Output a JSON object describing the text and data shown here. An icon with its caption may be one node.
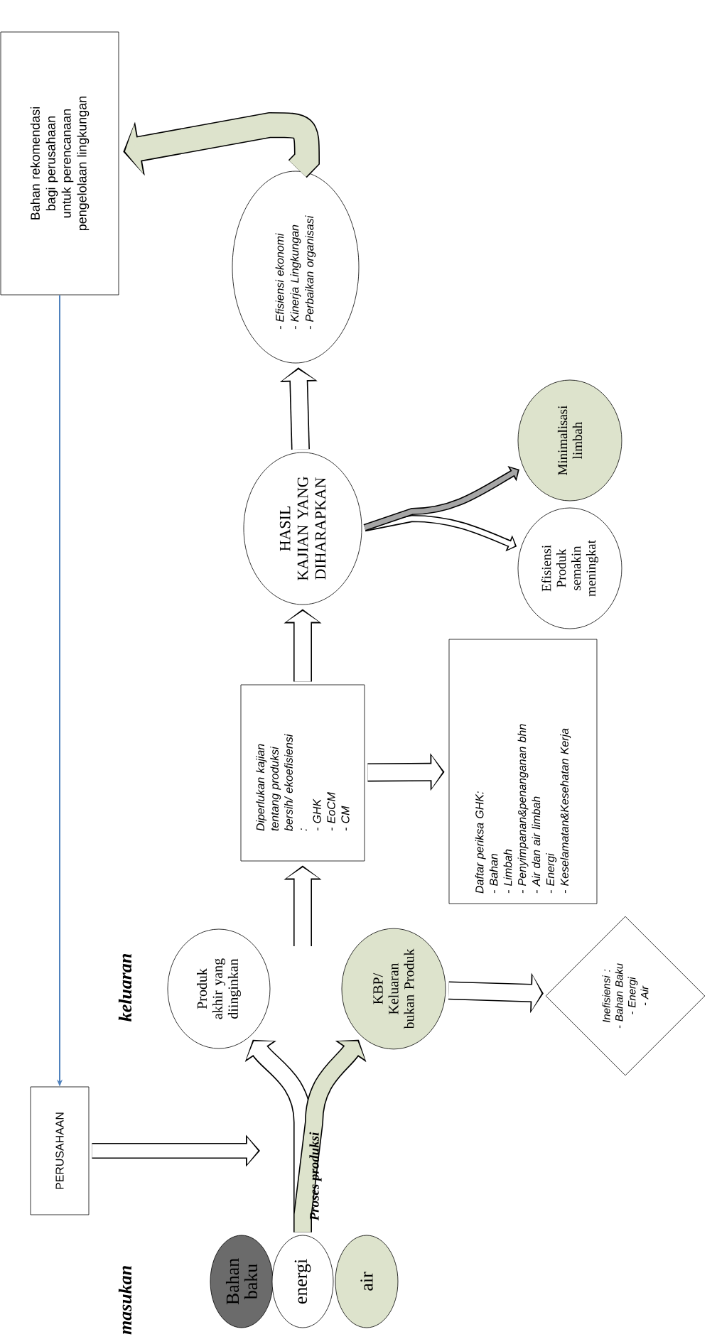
{
  "diagram": {
    "nodes": [
      {
        "text": [
          "Bahan rekomendasi bagi perusahaan untuk perencanaan pengelolaan lingkungan"
        ]
      },
      {
        "text": [
          "PERUSAHAAN"
        ]
      },
      {
        "text": [
          "Produk akhir yang diinginkan"
        ]
      },
      {
        "text": [
          "KBP/ Keluaran bukan Produk"
        ]
      },
      {
        "text": [
          "Bahan baku"
        ]
      },
      {
        "text": [
          "energi"
        ]
      },
      {
        "text": [
          "air"
        ]
      },
      {
        "text": [
          "Diperlukan kajian tentang produksi bersih/ ekoefisiensi :",
          "- GHK",
          "- EoCM",
          "- CM"
        ]
      },
      {
        "text": [
          "Daftar periksa GHK:",
          "- Bahan",
          "- Limbah",
          "- Penyimpanan&penanganan bhn",
          "- Air dan air limbah",
          "- Energi",
          "- Keselamatan&Kesehatan Kerja"
        ]
      },
      {
        "text": [
          "Inefisiensi :",
          "- Bahan Baku",
          "- Energi",
          "- Air"
        ]
      },
      {
        "text": [
          "HASIL KAJIAN YANG DIHARAPKAN"
        ]
      },
      {
        "text": [
          "Efisiensi Produk semakin meningkat"
        ]
      },
      {
        "text": [
          "Minimalisasi limbah"
        ]
      },
      {
        "text": [
          "- Efisiensi ekonomi",
          "- Kinerja Lingkungan",
          "- Perbaikan organisasi"
        ]
      }
    ],
    "edges": [
      {
        "from": 0,
        "to": 1,
        "arrow": "to",
        "color": "#4f81bd"
      },
      {
        "from": 1,
        "to": null,
        "arrow": "to"
      },
      {
        "from": 5,
        "to": 2,
        "arrow": "to"
      },
      {
        "from": 5,
        "to": 3,
        "arrow": "to",
        "color": "#dde3cc"
      },
      {
        "from": null,
        "to": 7,
        "arrow": "to"
      },
      {
        "from": 3,
        "to": 9,
        "arrow": "to"
      },
      {
        "from": 7,
        "to": 10,
        "arrow": "to"
      },
      {
        "from": 7,
        "to": 8,
        "arrow": "to"
      },
      {
        "from": 10,
        "to": 11,
        "arrow": "to"
      },
      {
        "from": 10,
        "to": 12,
        "arrow": "to",
        "color": "#a6a6a6"
      },
      {
        "from": 10,
        "to": 13,
        "arrow": "to"
      },
      {
        "from": 13,
        "to": 0,
        "arrow": "to",
        "color": "#dde3cc"
      }
    ],
    "labels": [
      "masukan",
      "Proses produksi",
      "keluaran"
    ]
  }
}
